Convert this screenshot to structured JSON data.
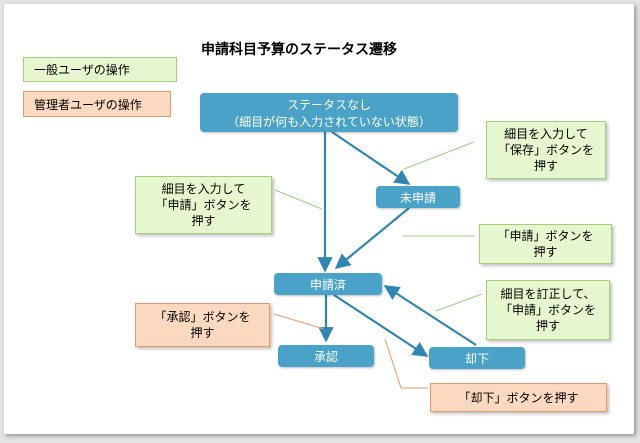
{
  "title": "申請科目予算のステータス遷移",
  "legend": {
    "user": "一般ユーザの操作",
    "admin": "管理者ユーザの操作"
  },
  "states": {
    "none_line1": "ステータスなし",
    "none_line2": "（細目が何も入力されていない状態）",
    "unapplied": "未申請",
    "applied": "申請済",
    "approved": "承認",
    "rejected": "却下"
  },
  "notes": {
    "save": "細目を入力して\n「保存」ボタンを\n押す",
    "apply_direct": "細目を入力して\n「申請」ボタンを\n押す",
    "apply": "「申請」ボタンを\n押す",
    "reapply": "細目を訂正して、\n「申請」ボタンを\n押す",
    "approve": "「承認」ボタンを\n押す",
    "reject": "「却下」ボタンを押す"
  },
  "colors": {
    "state": "#4ba2c8",
    "user_note": "#e6f7cf",
    "admin_note": "#fbd9c0"
  }
}
